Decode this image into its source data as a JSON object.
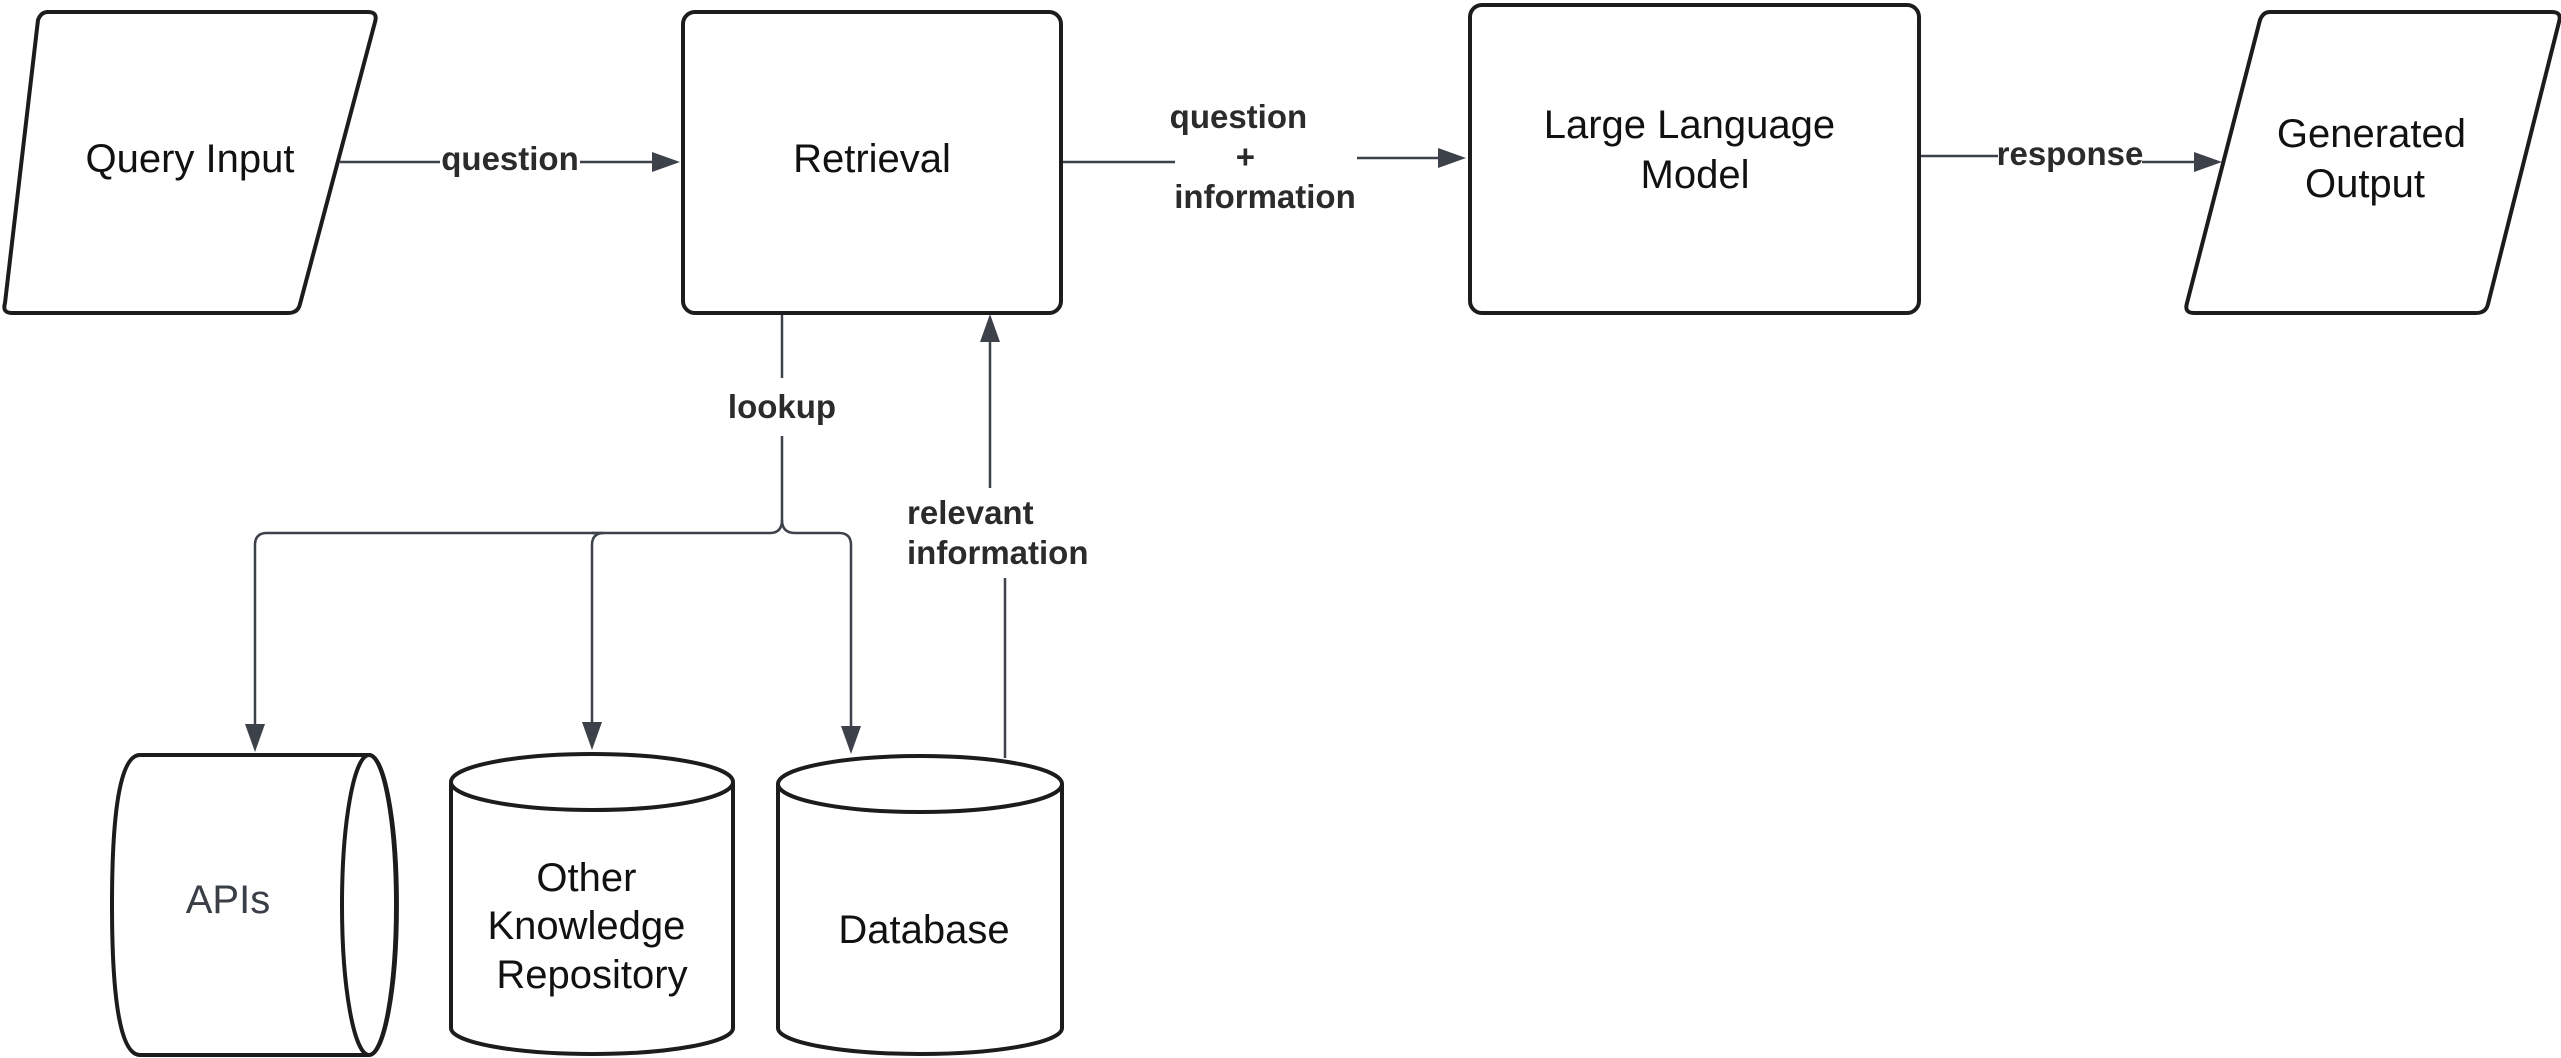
{
  "nodes": {
    "query_input": {
      "lines": [
        "Query Input"
      ]
    },
    "retrieval": {
      "lines": [
        "Retrieval"
      ]
    },
    "llm": {
      "lines": [
        "Large Language",
        "Model"
      ]
    },
    "generated_output": {
      "lines": [
        "Generated",
        "Output"
      ]
    },
    "apis": {
      "lines": [
        "APIs"
      ]
    },
    "other_repo": {
      "lines": [
        "Other",
        "Knowledge",
        "Repository"
      ]
    },
    "database": {
      "lines": [
        "Database"
      ]
    }
  },
  "edges": {
    "question": {
      "lines": [
        "question"
      ]
    },
    "question_information": {
      "lines": [
        "question",
        "+",
        "information"
      ]
    },
    "response": {
      "lines": [
        "response"
      ]
    },
    "lookup": {
      "lines": [
        "lookup"
      ]
    },
    "relevant_information": {
      "lines": [
        "relevant",
        "information"
      ]
    }
  },
  "colors": {
    "stroke": "#1c1c1c",
    "edge": "#3d414a",
    "text": "#111111",
    "background": "#ffffff"
  }
}
